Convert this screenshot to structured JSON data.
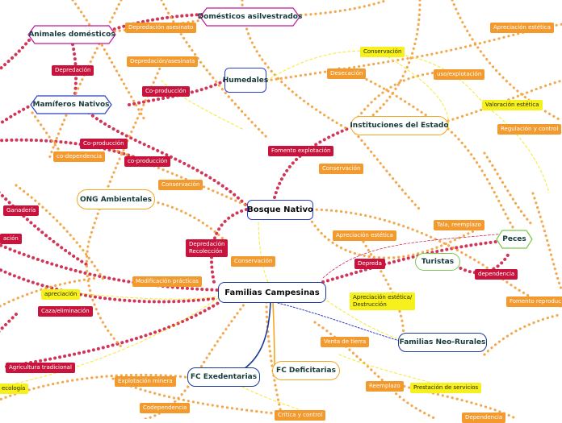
{
  "colors": {
    "orange": "#f29a2e",
    "red": "#c8143c",
    "yellow": "#f6f01d",
    "purple": "#c0179f",
    "blue": "#2b3fc9",
    "amber": "#f4a71e",
    "navy": "#1a3a9c"
  },
  "nodes": {
    "bosque_nativo": "Bosque Nativo",
    "familias_campesinas": "Familias Campesinas",
    "animales_domesticos": "Animales domésticos",
    "domesticos_asilvestrados": "Domésticos asilvestrados",
    "mamiferos_nativos": "Mamíferos Nativos",
    "humedales": "Humedales",
    "instituciones_estado": "Instituciones del Estado",
    "ong_ambientales": "ONG Ambientales",
    "turistas": "Turistas",
    "peces": "Peces",
    "familias_neo_rurales": "Familias Neo-Rurales",
    "fc_exedentarias": "FC Exedentarias",
    "fc_deficitarias": "FC Deficitarias"
  },
  "labels": {
    "depredacion_asesinato": "Depredación asesinato",
    "depredacion": "Depredación",
    "depredacion_asesinata": "Depredación/asesinata",
    "co_produccion_1": "Co-producción",
    "co_produccion_2": "Co-producción",
    "co_produccion_3": "co-producción",
    "co_dependencia": "co-dependencia",
    "conservacion_1": "Conservación",
    "conservacion_2": "Conservación",
    "conservacion_3": "Conservación",
    "conservacion_4": "Conservación",
    "desecacion": "Desecación",
    "uso_explotacion": "uso/explotación",
    "apreciacion_estetica_1": "Apreciación estética",
    "apreciacion_estetica_2": "Apreciación estética",
    "valoracion_estetica": "Valoración estética",
    "regulacion_control": "Regulación y control",
    "fomento_explotacion": "Fomento explotación",
    "tala_reemplazo": "Tala, reemplazo",
    "ganaderia": "Ganadería",
    "ation": "ación",
    "depredacion_recoleccion_1": "Depredación",
    "depredacion_recoleccion_2": "Recolección",
    "depreda": "Depreda",
    "dependencia_1": "dependencia",
    "modificacion_practicas": "Modificación prácticas",
    "apreciacion": "apreciación",
    "caza_eliminacion": "Caza/eliminación",
    "apreciacion_destruccion_1": "Apreciación estética/",
    "apreciacion_destruccion_2": "Destrucción",
    "fomento_reproduccion": "Fomento reproduc",
    "venta_tierra": "Venta de tierra",
    "agricultura_tradicional": "Agricultura tradicional",
    "ecologia": "ecología",
    "explotacion_minera": "Explotación minera",
    "reemplazo": "Reemplazo",
    "prestacion_servicios": "Prestación de servicios",
    "codependencia": "Codependencia",
    "critica_control": "Crítica y control",
    "dependencia_2": "Dependencia"
  }
}
